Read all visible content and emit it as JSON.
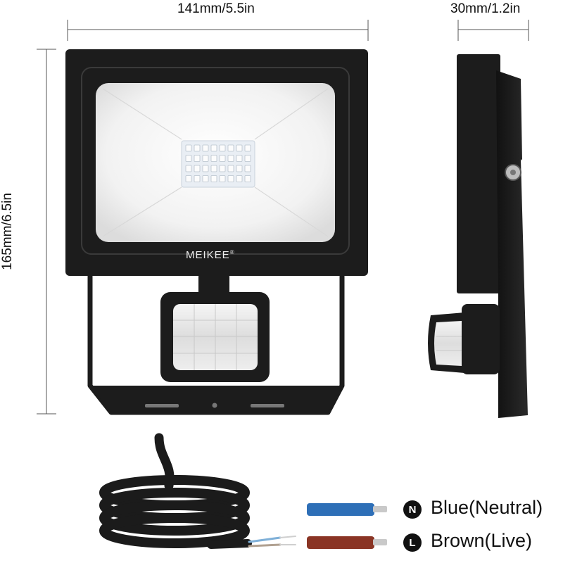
{
  "dimensions": {
    "width_label": "141mm/5.5in",
    "depth_label": "30mm/1.2in",
    "height_label": "165mm/6.5in"
  },
  "brand": {
    "logo_text": "MEIKEE",
    "registered_mark": "®"
  },
  "wiring_legend": [
    {
      "badge": "N",
      "label": "Blue(Neutral)",
      "wire_color": "#2e6fb7"
    },
    {
      "badge": "L",
      "label": "Brown(Live)",
      "wire_color": "#8a3424"
    }
  ],
  "colors": {
    "housing": "#1c1c1c",
    "led_panel": "#f4f4f4",
    "background": "#ffffff"
  }
}
